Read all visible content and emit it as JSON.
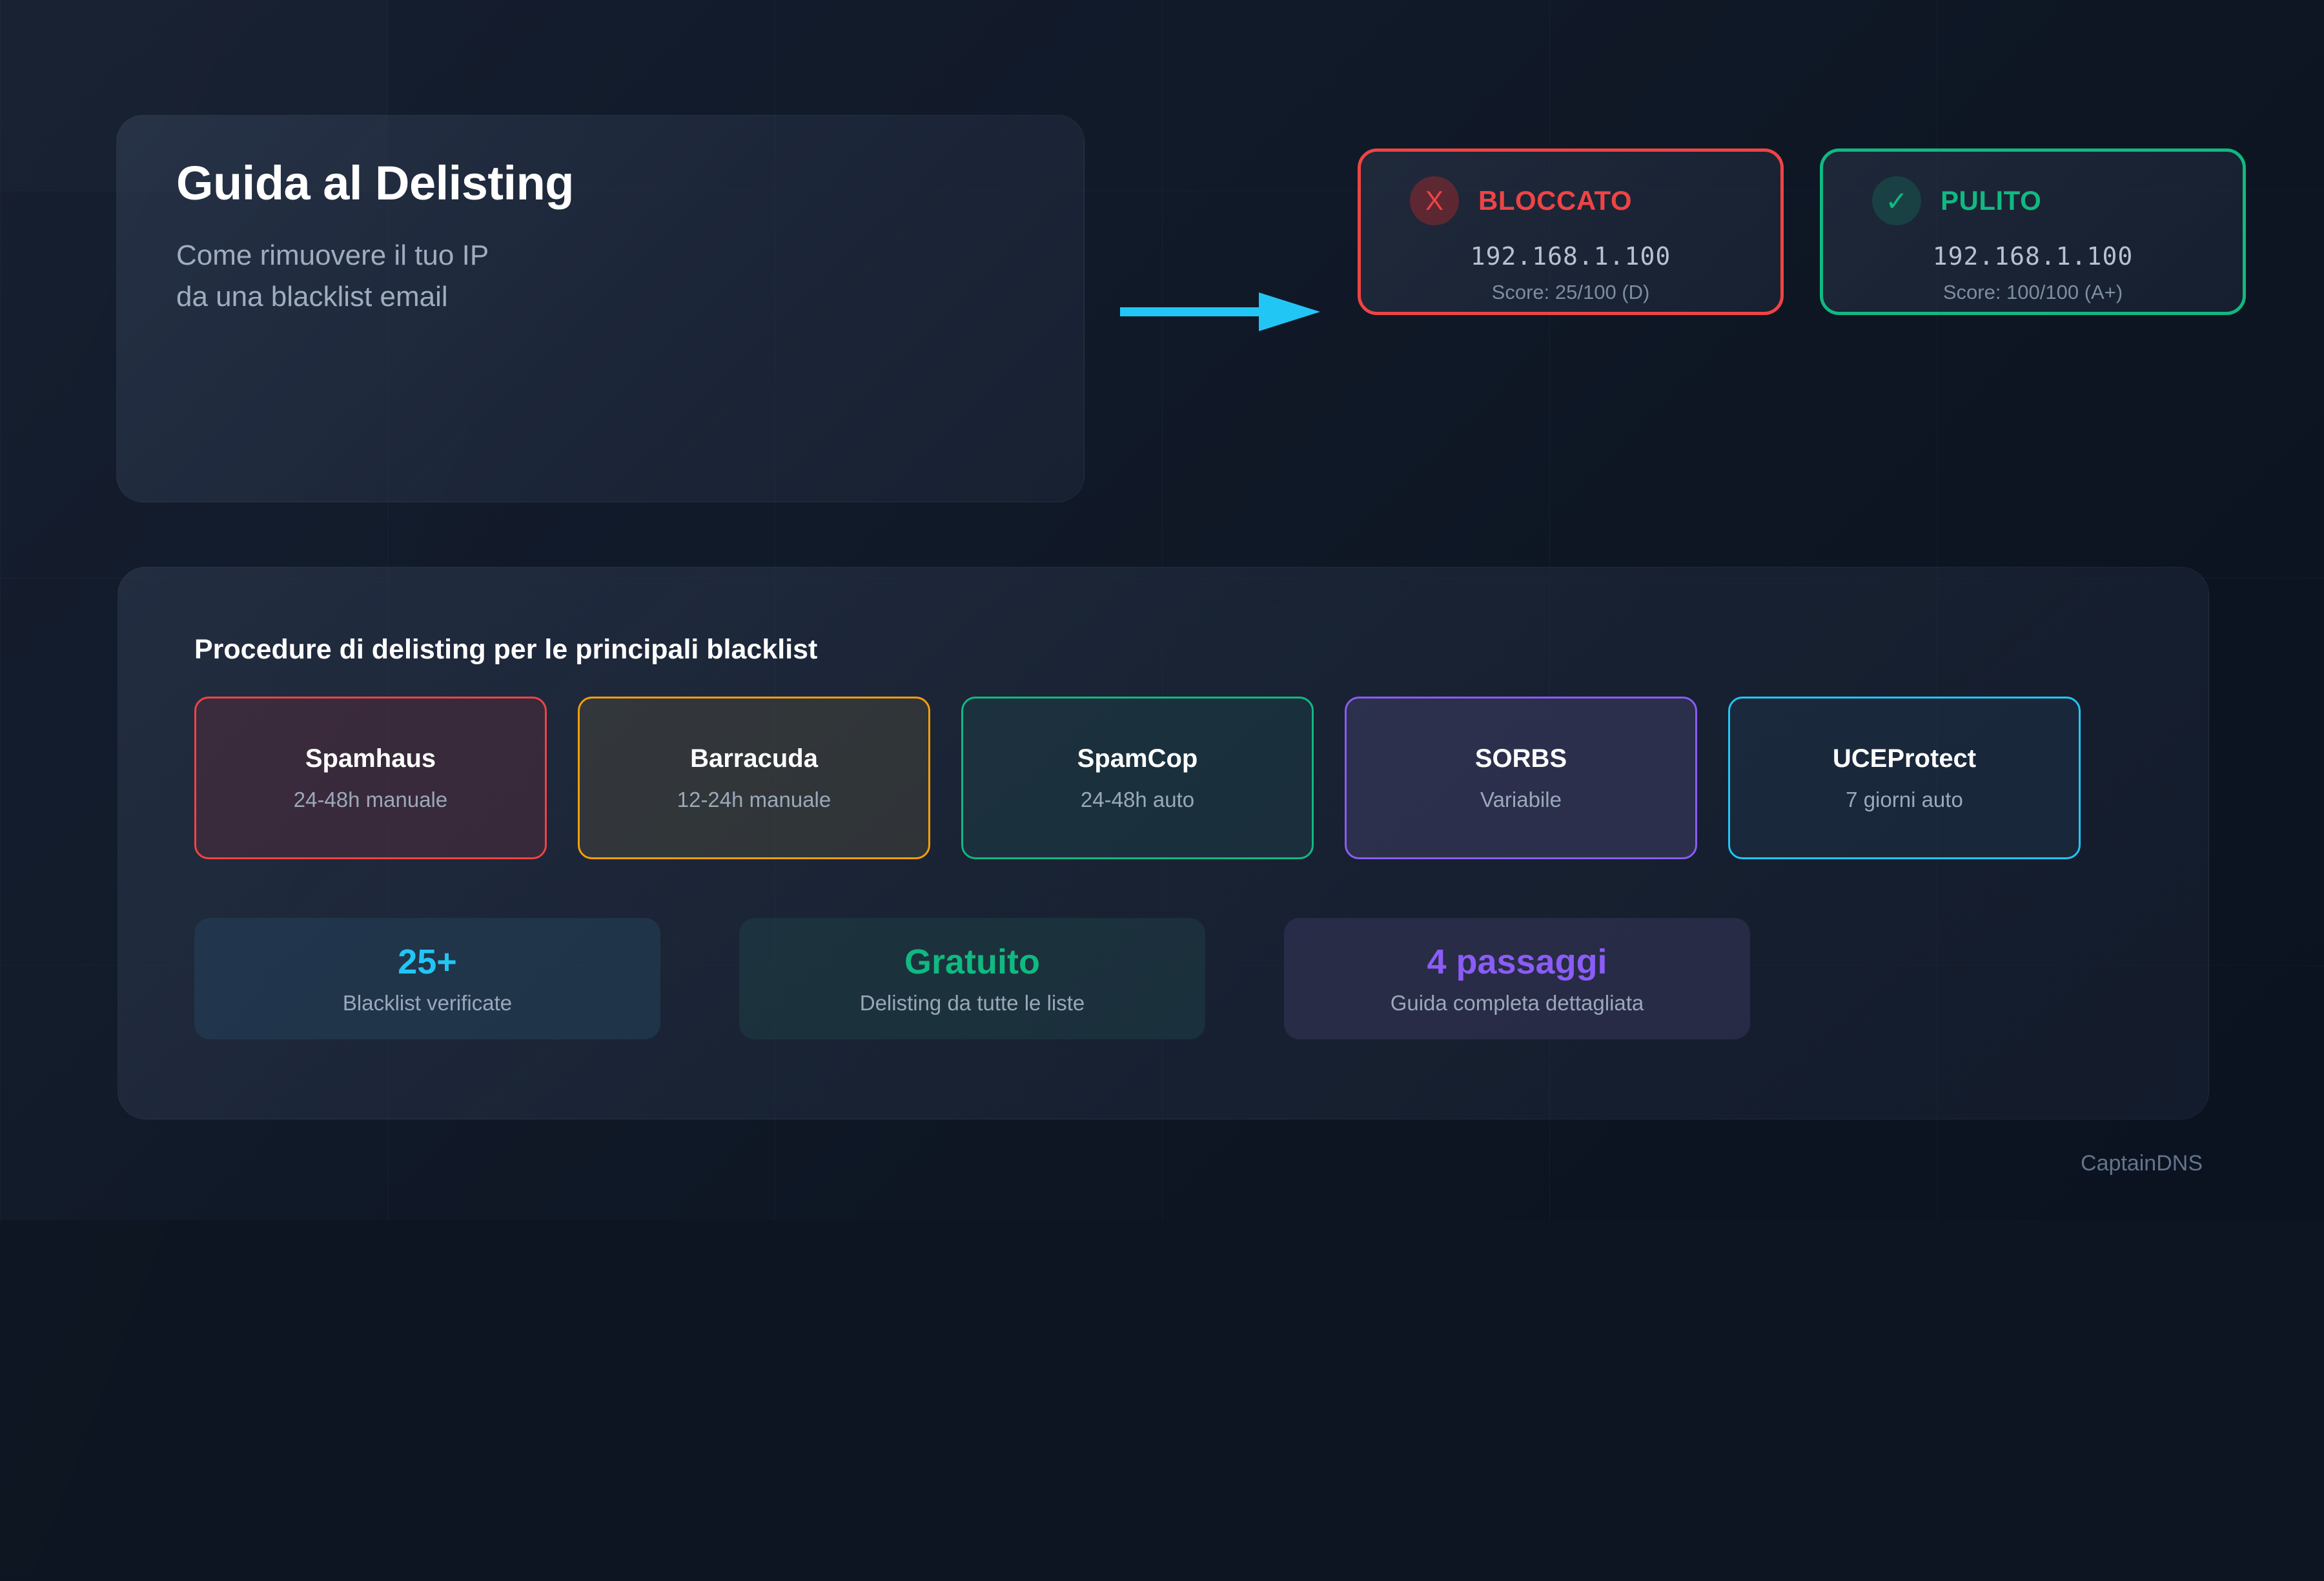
{
  "hero": {
    "title": "Guida al Delisting",
    "subtitle": "Come rimuovere il tuo IP\nda una blacklist email"
  },
  "arrow": {
    "icon": "arrow-right-icon",
    "color": "#22c6f5"
  },
  "status_cards": [
    {
      "key": "blocked",
      "icon": "x-mark-icon",
      "icon_glyph": "X",
      "label": "BLOCCATO",
      "ip": "192.168.1.100",
      "score": "Score: 25/100 (D)",
      "accent": "#ef4444"
    },
    {
      "key": "clean",
      "icon": "check-mark-icon",
      "icon_glyph": "✓",
      "label": "PULITO",
      "ip": "192.168.1.100",
      "score": "Score: 100/100 (A+)",
      "accent": "#10b981"
    }
  ],
  "panel": {
    "title": "Procedure di delisting per le principali blacklist",
    "blacklists": [
      {
        "name": "Spamhaus",
        "time": "24-48h manuale",
        "border": "#ef4444",
        "fill": "rgba(120,48,60,0.30)"
      },
      {
        "name": "Barracuda",
        "time": "12-24h manuale",
        "border": "#f59e0b",
        "fill": "rgba(92,84,62,0.34)"
      },
      {
        "name": "SpamCop",
        "time": "24-48h auto",
        "border": "#10b981",
        "fill": "rgba(32,72,78,0.34)"
      },
      {
        "name": "SORBS",
        "time": "Variabile",
        "border": "#8b5cf6",
        "fill": "rgba(78,74,122,0.38)"
      },
      {
        "name": "UCEProtect",
        "time": "7 giorni auto",
        "border": "#22c6f5",
        "fill": "rgba(36,62,88,0.30)"
      }
    ],
    "stats": [
      {
        "value": "25+",
        "label": "Blacklist verificate",
        "color": "#22c6f5",
        "fill": "rgba(36,70,96,0.46)"
      },
      {
        "value": "Gratuito",
        "label": "Delisting da tutte le liste",
        "color": "#10b981",
        "fill": "rgba(30,68,72,0.46)"
      },
      {
        "value": "4 passaggi",
        "label": "Guida completa dettagliata",
        "color": "#8b5cf6",
        "fill": "rgba(58,56,94,0.50)"
      }
    ]
  },
  "footer": {
    "watermark": "CaptainDNS"
  }
}
